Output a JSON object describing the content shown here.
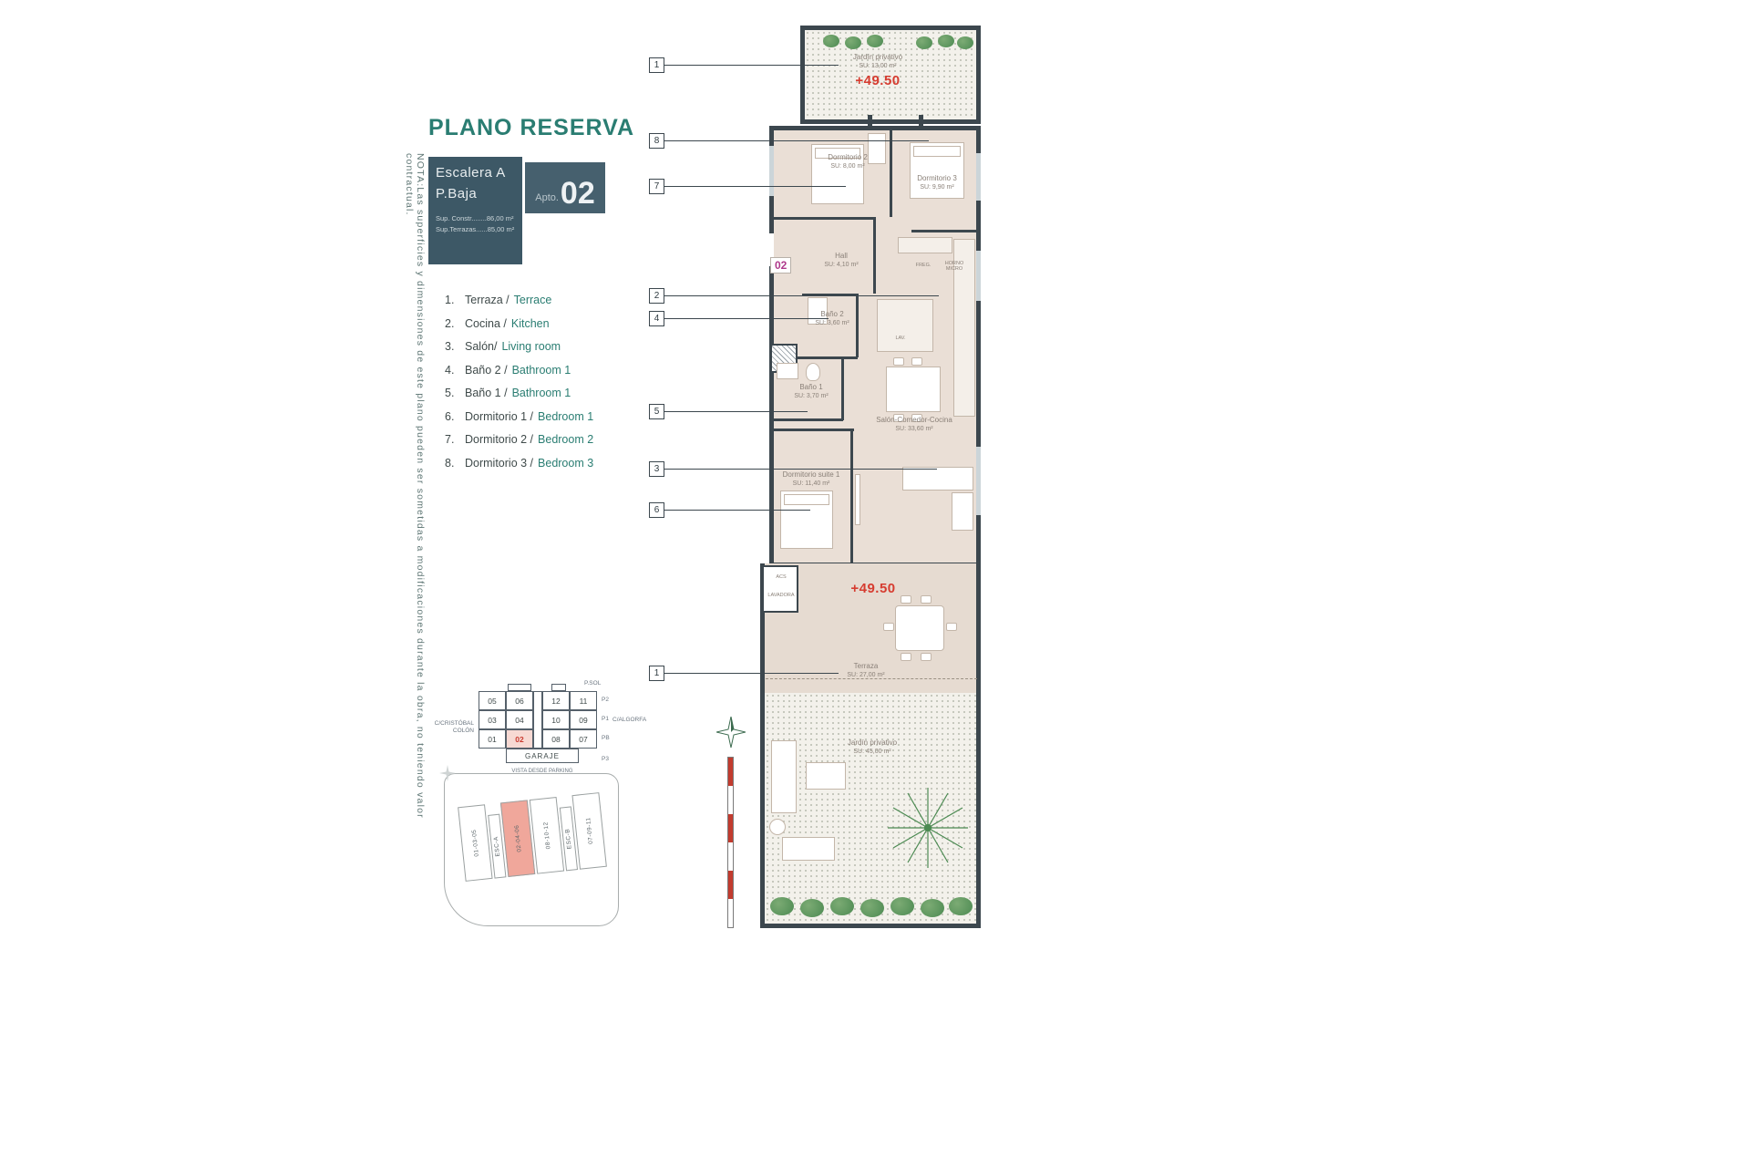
{
  "note": "NOTA:Las superficies y dimensiones de este plano pueden ser sometidas a modificaciones durante la obra, no teniendo valor contractual.",
  "title": "PLANO RESERVA",
  "info": {
    "escalera": "Escalera A",
    "planta": "P.Baja",
    "apto_label": "Apto.",
    "apto_number": "02",
    "sup_constr": "Sup. Constr........86,00 m²",
    "sup_terrazas": "Sup.Terrazas......85,00 m²"
  },
  "legend": {
    "items": [
      {
        "num": "1.",
        "es": "Terraza /",
        "en": "Terrace"
      },
      {
        "num": "2.",
        "es": "Cocina /",
        "en": "Kitchen"
      },
      {
        "num": "3.",
        "es": "Salón/",
        "en": "Living room"
      },
      {
        "num": "4.",
        "es": "Baño 2 /",
        "en": "Bathroom 1"
      },
      {
        "num": "5.",
        "es": "Baño 1 /",
        "en": "Bathroom 1"
      },
      {
        "num": "6.",
        "es": "Dormitorio 1 /",
        "en": "Bedroom 1"
      },
      {
        "num": "7.",
        "es": "Dormitorio 2 /",
        "en": "Bedroom 2"
      },
      {
        "num": "8.",
        "es": "Dormitorio 3 /",
        "en": "Bedroom 3"
      }
    ]
  },
  "plan": {
    "unit_badge": "02",
    "level_top": "+49.50",
    "level_terrace": "+49.50",
    "callouts": [
      "1",
      "8",
      "7",
      "2",
      "4",
      "5",
      "3",
      "6",
      "1"
    ],
    "rooms": {
      "jardin_top": {
        "name": "Jardín privativo",
        "su": "SU: 13,00 m²"
      },
      "dorm2": {
        "name": "Dormitorio 2",
        "su": "SU: 8,00 m²"
      },
      "dorm3": {
        "name": "Dormitorio 3",
        "su": "SU: 9,90 m²"
      },
      "hall": {
        "name": "Hall",
        "su": "SU: 4,10 m²"
      },
      "bano2": {
        "name": "Baño 2",
        "su": "SU: 3,60 m²"
      },
      "bano1": {
        "name": "Baño 1",
        "su": "SU: 3,70 m²"
      },
      "salon": {
        "name": "Salón-Comedor-Cocina",
        "su": "SU: 33,60 m²"
      },
      "suite": {
        "name": "Dormitorio suite 1",
        "su": "SU: 11,40 m²"
      },
      "terraza": {
        "name": "Terraza",
        "su": "SU: 27,00 m²"
      },
      "jardin_bottom": {
        "name": "Jardín privativo",
        "su": "SU: 45,00 m²"
      }
    },
    "fixtures": {
      "freg": "FREG.",
      "horno": "HORNO MICRO",
      "lav": "LAV.",
      "acs": "ACS",
      "lavadora": "LAVADORA"
    }
  },
  "garage": {
    "rows": [
      [
        "05",
        "06",
        "12",
        "11"
      ],
      [
        "03",
        "04",
        "10",
        "09"
      ],
      [
        "01",
        "02",
        "08",
        "07"
      ]
    ],
    "label": "GARAJE",
    "caption": "VISTA DESDE PARKING",
    "street_left": "C/CRISTÓBAL COLÓN",
    "street_right": "C/ALGORFA",
    "side_labels": [
      "P.SOL",
      "P2",
      "P1",
      "PB",
      "P3"
    ]
  },
  "siteplan": {
    "blocks": [
      "01-03-05",
      "02-04-06",
      "08-10-12",
      "07-09-11"
    ],
    "cores": [
      "ESC-A",
      "ESC-B"
    ]
  },
  "colors": {
    "teal": "#2a7d72",
    "dark_panel": "#3d5866",
    "wall": "#3c474e",
    "red": "#d63c30",
    "magenta": "#b03a8c",
    "floor": "#eadfd6"
  }
}
